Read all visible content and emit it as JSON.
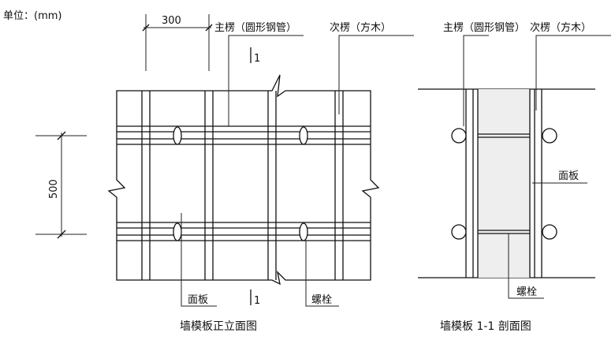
{
  "unit_label": "单位：(mm)",
  "elevation": {
    "dim_horizontal": "300",
    "dim_vertical": "500",
    "label_main_beam": "主楞（圆形钢管）",
    "label_secondary_beam": "次楞（方木）",
    "label_panel": "面板",
    "label_bolt": "螺栓",
    "section_mark_top": "1",
    "section_mark_bottom": "1",
    "title": "墙模板正立面图"
  },
  "section": {
    "label_main_beam": "主楞（圆形钢管）",
    "label_secondary_beam": "次楞（方木）",
    "label_panel": "面板",
    "label_bolt": "螺栓",
    "title": "墙模板 1-1 剖面图"
  }
}
